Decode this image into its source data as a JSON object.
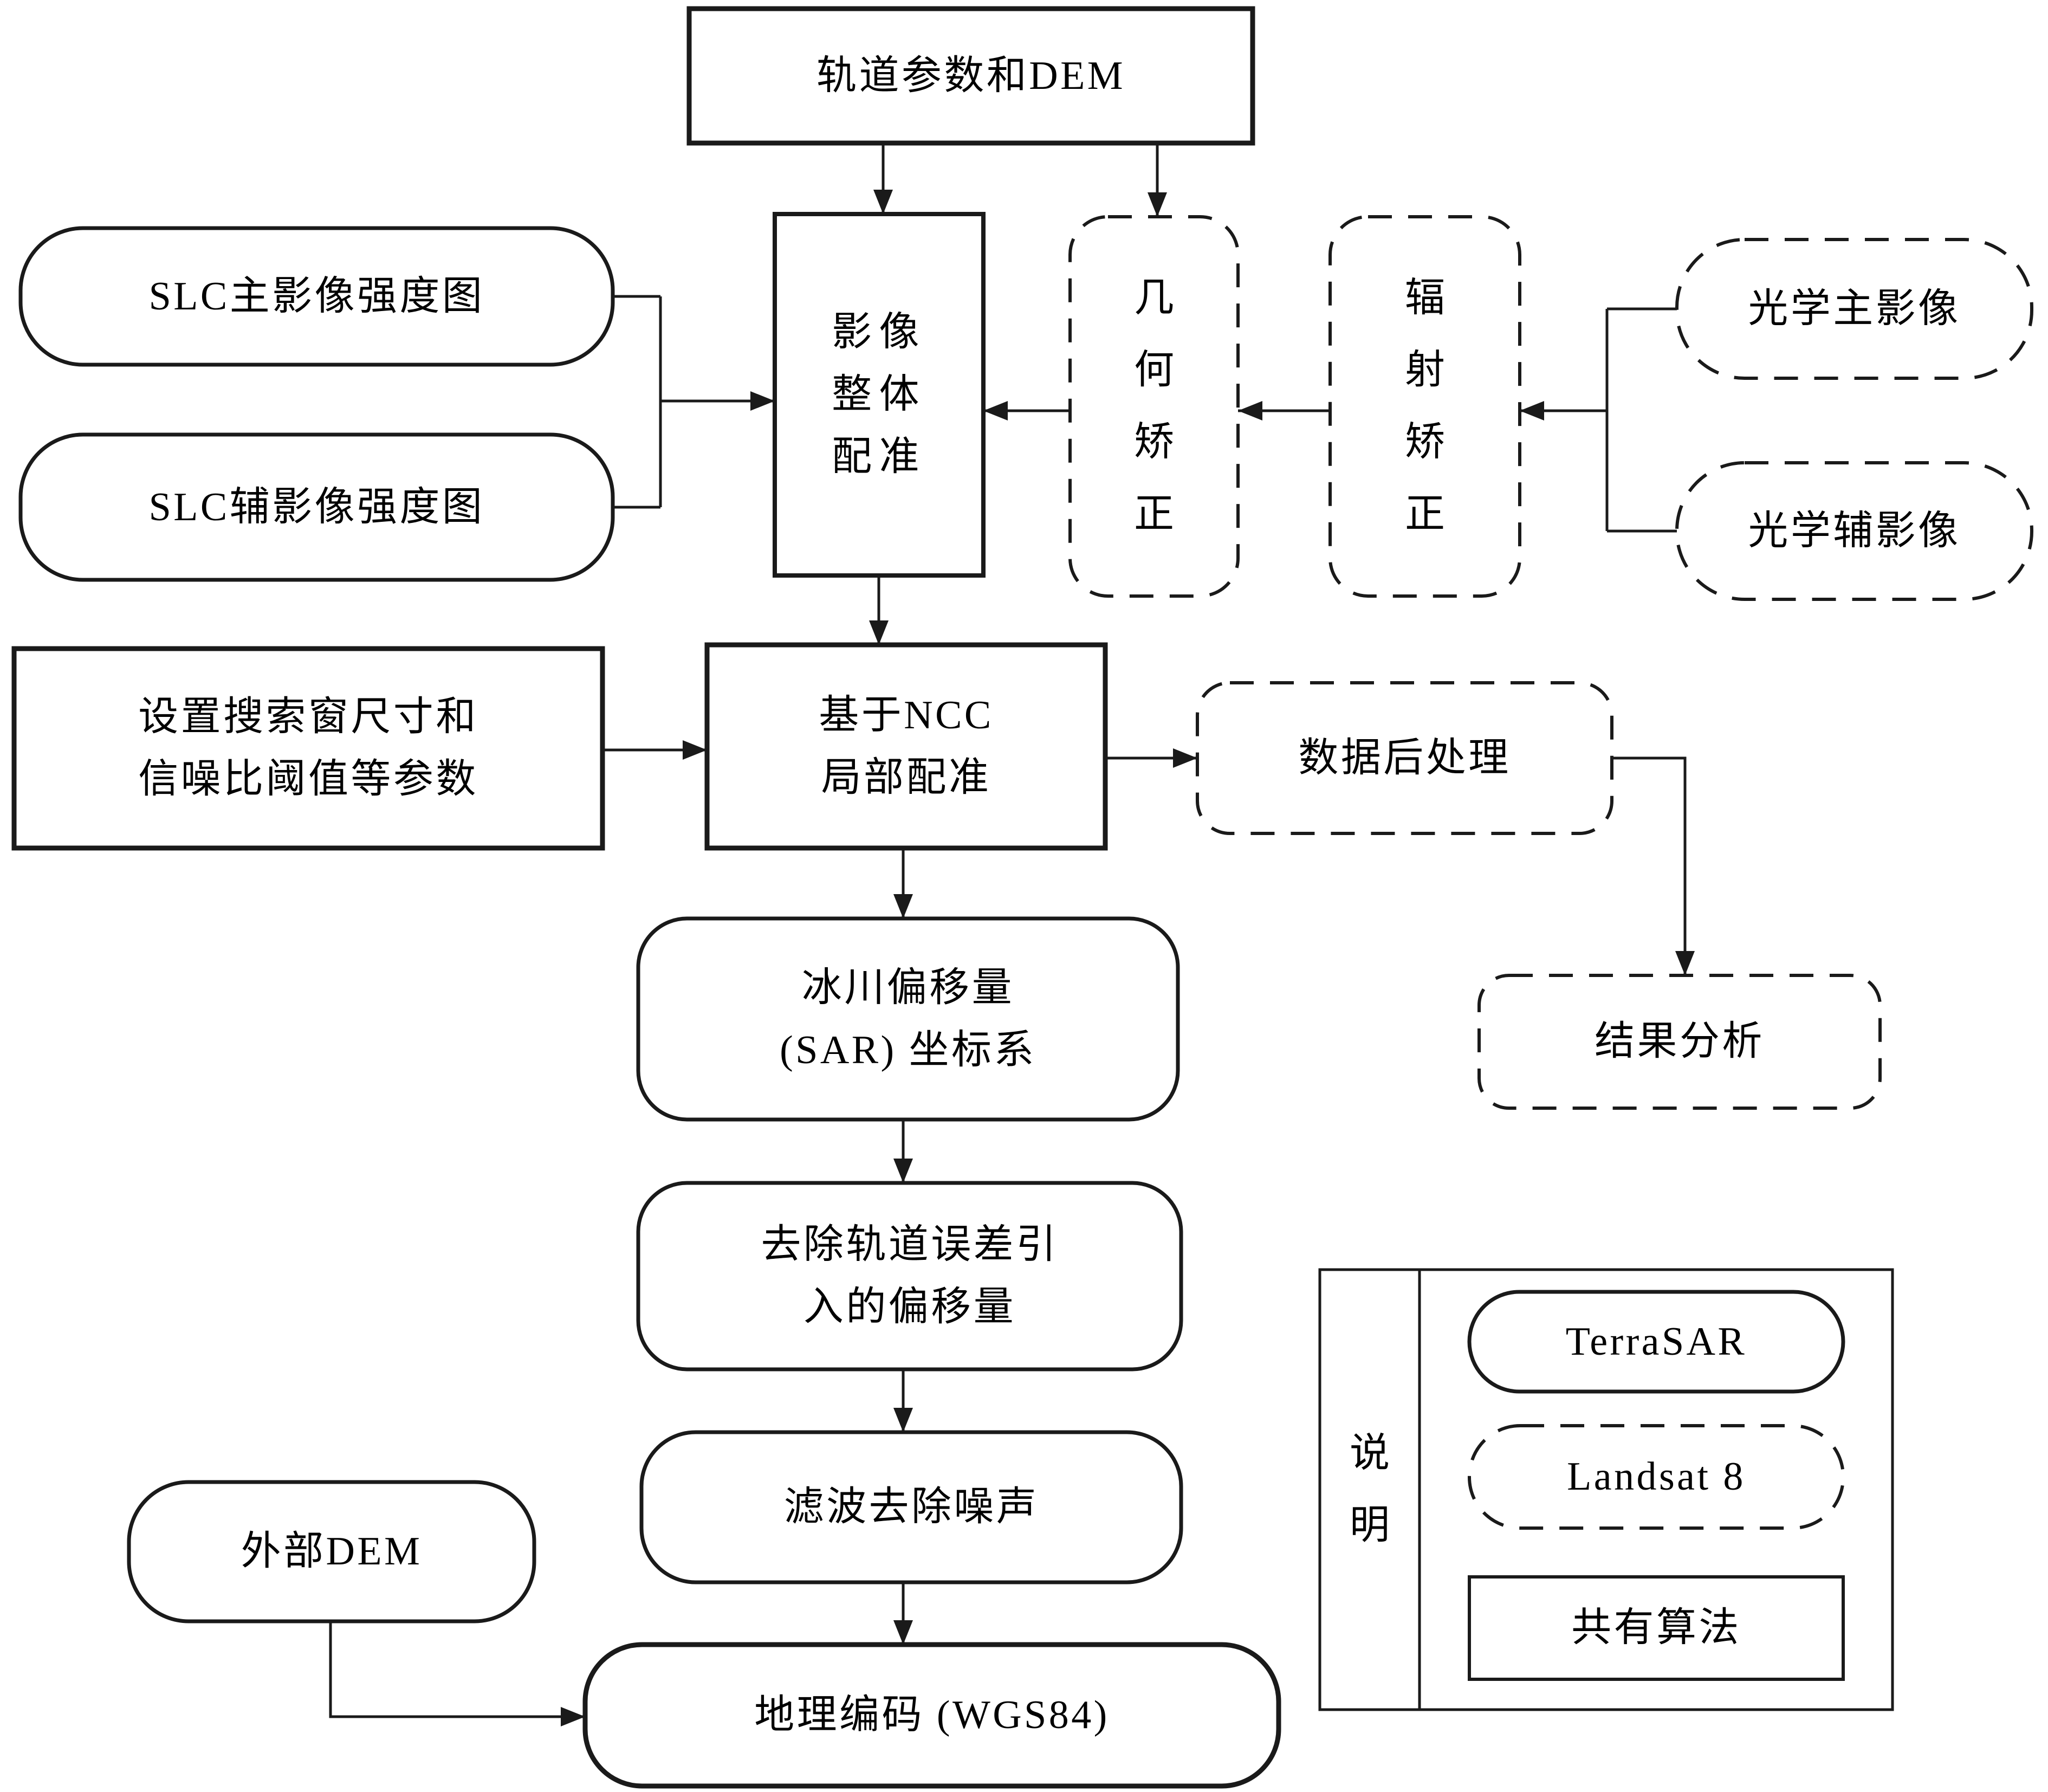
{
  "figure": {
    "background": "#ffffff",
    "stroke_color": "#1a1a1a"
  },
  "nodes": {
    "orbit_dem": {
      "label": "轨道参数和DEM",
      "style": "solid-rect"
    },
    "slc_master": {
      "label": "SLC主影像强度图",
      "style": "solid-rounded"
    },
    "slc_slave": {
      "label": "SLC辅影像强度图",
      "style": "solid-rounded"
    },
    "overall_registration": {
      "label": "影像整体配准",
      "style": "solid-rect"
    },
    "geometric_correction": {
      "label": "几何矫正",
      "style": "dashed-rounded"
    },
    "radiometric_correction": {
      "label": "辐射矫正",
      "style": "dashed-rounded"
    },
    "optical_master": {
      "label": "光学主影像",
      "style": "dashed-rounded"
    },
    "optical_slave": {
      "label": "光学辅影像",
      "style": "dashed-rounded"
    },
    "search_params": {
      "lines": [
        "设置搜索窗尺寸和",
        "信噪比阈值等参数"
      ],
      "style": "solid-rect"
    },
    "ncc_local": {
      "lines": [
        "基于NCC",
        "局部配准"
      ],
      "style": "solid-rect"
    },
    "post_processing": {
      "label": "数据后处理",
      "style": "dashed-rounded"
    },
    "result_analysis": {
      "label": "结果分析",
      "style": "dashed-rounded"
    },
    "glacier_offset": {
      "lines": [
        "冰川偏移量",
        "(SAR) 坐标系"
      ],
      "style": "solid-rounded"
    },
    "remove_orbit_error": {
      "lines": [
        "去除轨道误差引",
        "入的偏移量"
      ],
      "style": "solid-rounded"
    },
    "filter_noise": {
      "label": "滤波去除噪声",
      "style": "solid-rounded"
    },
    "external_dem": {
      "label": "外部DEM",
      "style": "solid-rounded"
    },
    "geocoding": {
      "label": "地理编码 (WGS84)",
      "style": "solid-rounded"
    }
  },
  "legend": {
    "title": "说明",
    "items": [
      {
        "label": "TerraSAR",
        "style": "solid-rounded"
      },
      {
        "label": "Landsat 8",
        "style": "dashed-rounded"
      },
      {
        "label": "共有算法",
        "style": "solid-rect"
      }
    ]
  }
}
